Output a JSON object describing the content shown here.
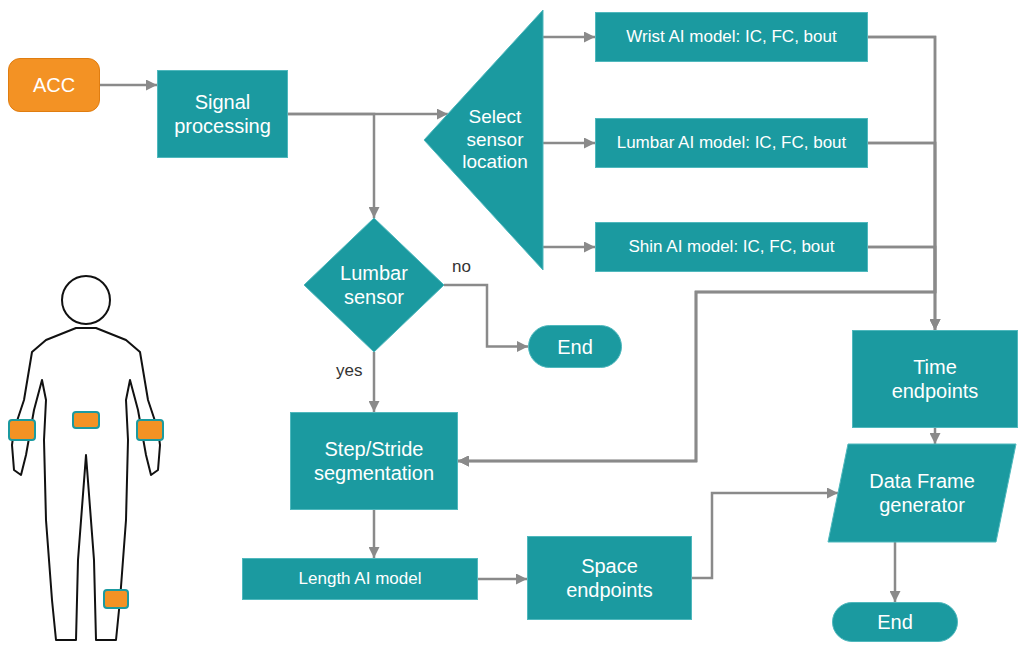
{
  "diagram": {
    "nodes": [
      {
        "text": [
          "ACC"
        ]
      },
      {
        "text": [
          "Signal processing"
        ]
      },
      {
        "text": [
          "Select sensor location"
        ]
      },
      {
        "text": [
          "Wrist AI model: IC, FC, bout"
        ]
      },
      {
        "text": [
          "Lumbar AI model: IC, FC, bout"
        ]
      },
      {
        "text": [
          "Shin AI model: IC, FC, bout"
        ]
      },
      {
        "text": [
          "Lumbar sensor"
        ]
      },
      {
        "text": [
          "End"
        ]
      },
      {
        "text": [
          "Time endpoints"
        ]
      },
      {
        "text": [
          "Step/Stride segmentation"
        ]
      },
      {
        "text": [
          "Data Frame generator"
        ]
      },
      {
        "text": [
          "Length AI model"
        ]
      },
      {
        "text": [
          "Space endpoints"
        ]
      },
      {
        "text": [
          "End"
        ]
      }
    ],
    "edges": [
      {
        "from": 0,
        "to": 1,
        "arrow": "to"
      },
      {
        "from": 1,
        "to": 2,
        "arrow": "to"
      },
      {
        "from": 1,
        "to": 6,
        "arrow": "to"
      },
      {
        "from": 2,
        "to": 3,
        "arrow": "to"
      },
      {
        "from": 2,
        "to": 4,
        "arrow": "to"
      },
      {
        "from": 2,
        "to": 5,
        "arrow": "to"
      },
      {
        "from": 3,
        "to": 8,
        "arrow": "to"
      },
      {
        "from": 4,
        "to": 8,
        "arrow": "to"
      },
      {
        "from": 5,
        "to": 8,
        "arrow": "to"
      },
      {
        "from": 3,
        "to": 9,
        "arrow": "to"
      },
      {
        "from": 4,
        "to": 9,
        "arrow": "to"
      },
      {
        "from": 5,
        "to": 9,
        "arrow": "to"
      },
      {
        "from": 6,
        "to": 7,
        "label": "no",
        "arrow": "to"
      },
      {
        "from": 6,
        "to": 9,
        "label": "yes",
        "arrow": "to"
      },
      {
        "from": 9,
        "to": 11,
        "arrow": "to"
      },
      {
        "from": 11,
        "to": 12,
        "arrow": "to"
      },
      {
        "from": 12,
        "to": 10,
        "arrow": "to"
      },
      {
        "from": 8,
        "to": 10,
        "arrow": "to"
      },
      {
        "from": 10,
        "to": 13,
        "arrow": "to"
      }
    ]
  }
}
